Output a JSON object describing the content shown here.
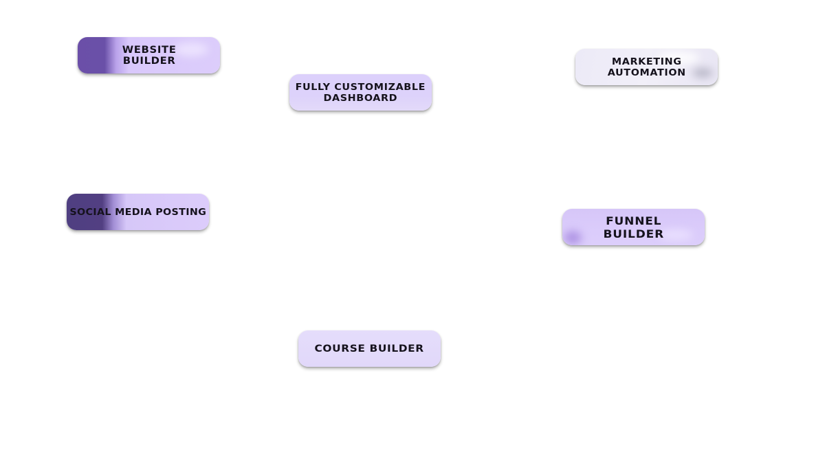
{
  "badges": [
    {
      "id": "website",
      "label": "Website\nBuilder"
    },
    {
      "id": "dashboard",
      "label": "Fully Customizable\nDashboard"
    },
    {
      "id": "marketing",
      "label": "Marketing\nAutomation"
    },
    {
      "id": "social",
      "label": "Social Media Posting"
    },
    {
      "id": "funnel",
      "label": "Funnel\nBuilder"
    },
    {
      "id": "course",
      "label": "Course Builder"
    }
  ],
  "colors": {
    "background": "#ffffff",
    "pill_light": "#dccdfb",
    "pill_dark_website": "#6a50a8",
    "pill_dark_social": "#523f82",
    "pill_marketing": "#eeecf7",
    "text": "#15121c"
  }
}
